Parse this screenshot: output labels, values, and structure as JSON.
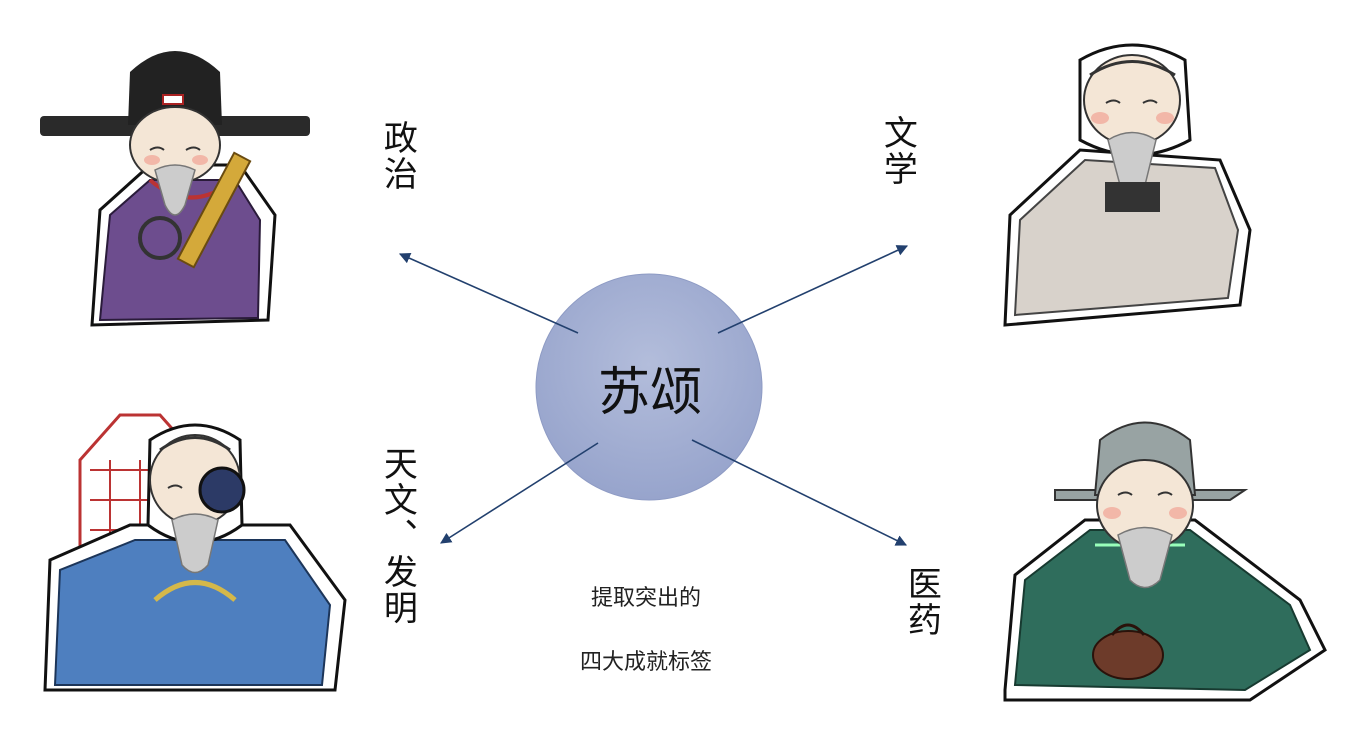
{
  "center": {
    "label": "苏颂"
  },
  "categories": {
    "politics": "政治",
    "literature": "文学",
    "astronomy": "天文、发明",
    "medicine": "医药"
  },
  "caption": {
    "line1": "提取突出的",
    "line2": "四大成就标签"
  },
  "colors": {
    "circle": "#a3afd1",
    "arrow": "#22406e"
  }
}
